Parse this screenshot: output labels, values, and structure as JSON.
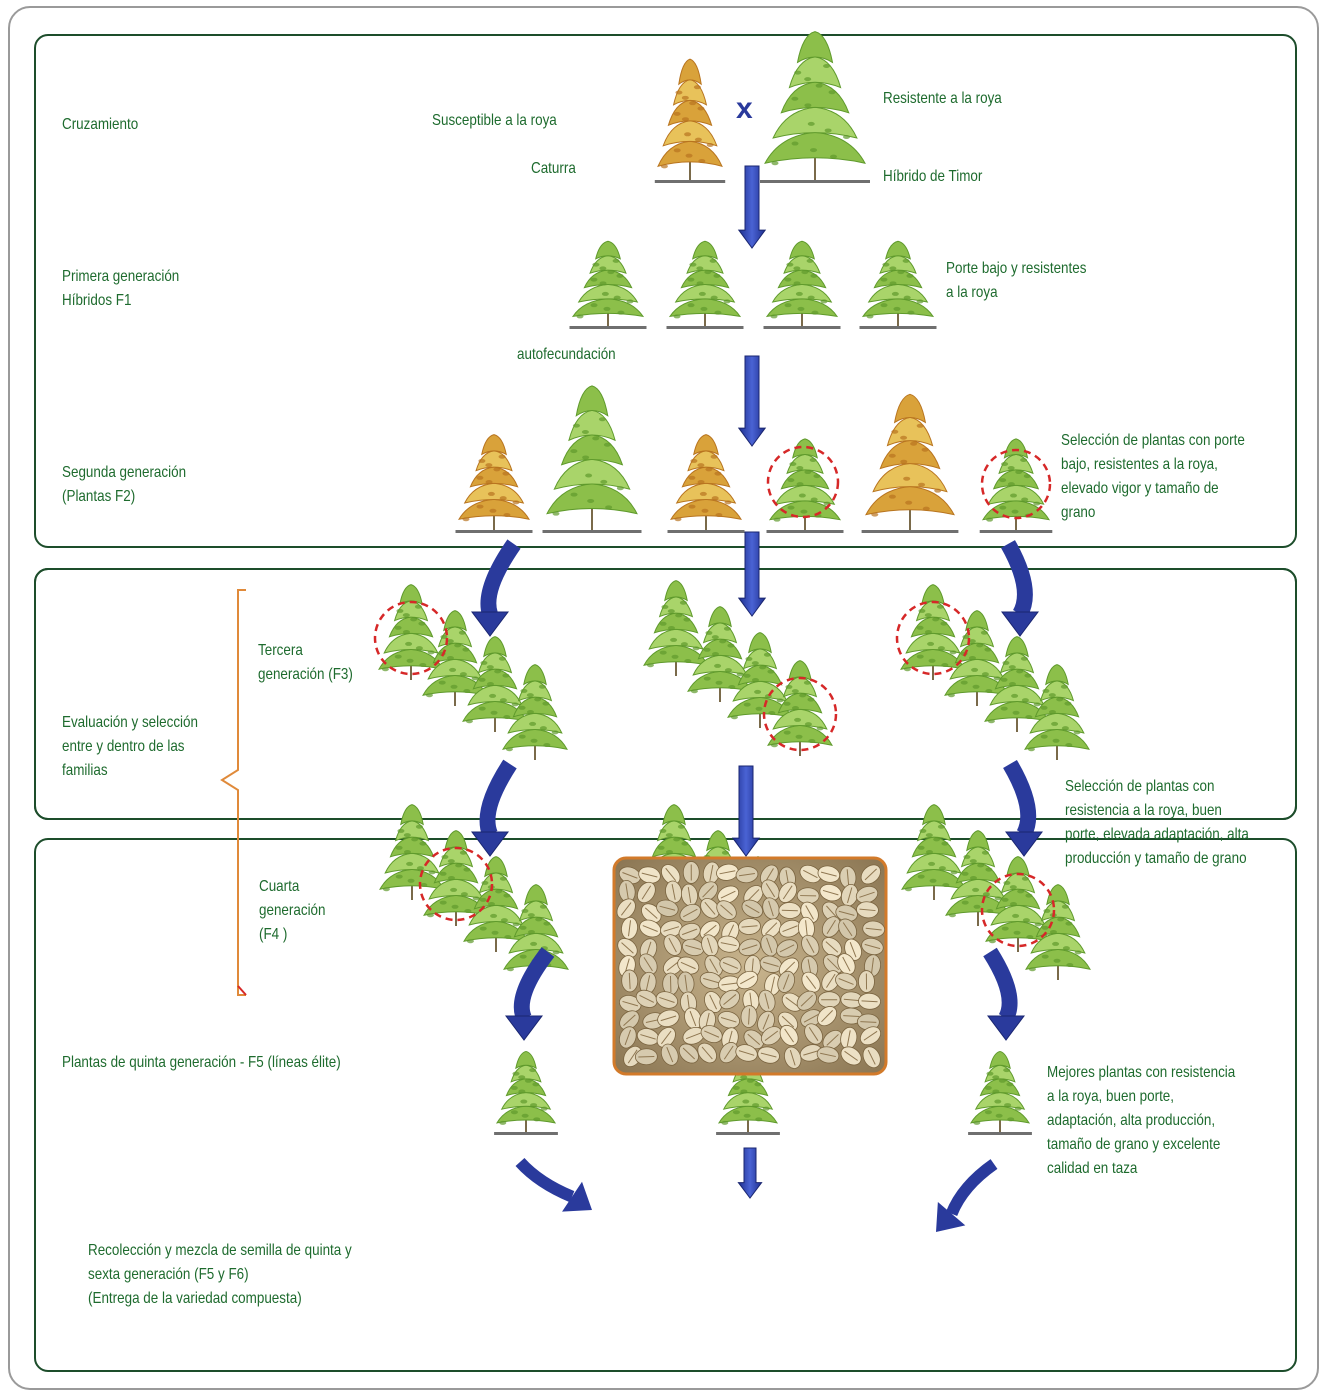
{
  "colors": {
    "text_green": "#1e6b2e",
    "panel_border": "#1d4d2b",
    "arrow_blue": "#2a3a9c",
    "tree_green": "#8cbf4a",
    "tree_orange": "#d9a23a",
    "selection_circle": "#d62828",
    "bracket_orange": "#e08a3a"
  },
  "labels": {
    "cruzamiento": "Cruzamiento",
    "susceptible": "Susceptible a la roya",
    "caturra": "Caturra",
    "cross_symbol": "x",
    "resistente": "Resistente a la roya",
    "hibrido_timor": "Híbrido de Timor",
    "primera_gen_1": "Primera generación",
    "primera_gen_2": "Híbridos F1",
    "porte_bajo_1": "Porte bajo y resistentes",
    "porte_bajo_2": "a la roya",
    "autofecundacion": "autofecundación",
    "segunda_gen_1": "Segunda generación",
    "segunda_gen_2": "(Plantas  F2)",
    "sel_f2_1": "Selección de plantas con porte",
    "sel_f2_2": "bajo, resistentes a la roya,",
    "sel_f2_3": "elevado vigor y tamaño de",
    "sel_f2_4": "grano",
    "tercera_1": "Tercera",
    "tercera_2": "generación (F3)",
    "evaluacion_1": "Evaluación y selección",
    "evaluacion_2": "entre y dentro de las",
    "evaluacion_3": "familias",
    "sel_f4_1": "Selección de plantas con",
    "sel_f4_2": "resistencia a la roya, buen",
    "sel_f4_3": "porte, elevada adaptación, alta",
    "sel_f4_4": "producción y tamaño de grano",
    "cuarta_1": "Cuarta",
    "cuarta_2": "generación",
    "cuarta_3": "(F4 )",
    "quinta": "Plantas de quinta generación - F5 (líneas élite)",
    "mejores_1": "Mejores plantas con resistencia",
    "mejores_2": "a la roya, buen porte,",
    "mejores_3": "adaptación, alta producción,",
    "mejores_4": "tamaño de grano y excelente",
    "mejores_5": "calidad en taza",
    "recoleccion_1": "Recolección y mezcla de semilla de quinta y",
    "recoleccion_2": "sexta generación (F5 y F6)",
    "recoleccion_3": "(Entrega de la variedad compuesta)"
  }
}
